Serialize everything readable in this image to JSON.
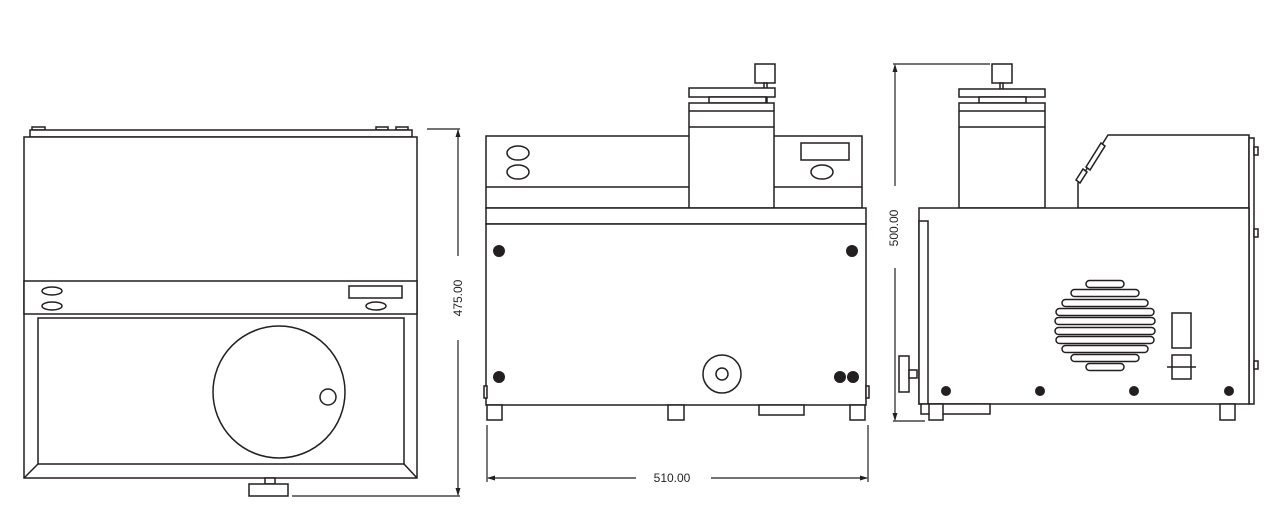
{
  "dimensions": {
    "height_top_view": "475.00",
    "width_front_view": "510.00",
    "height_side_view": "500.00"
  },
  "colors": {
    "line": "#231f20",
    "background": "#ffffff"
  }
}
